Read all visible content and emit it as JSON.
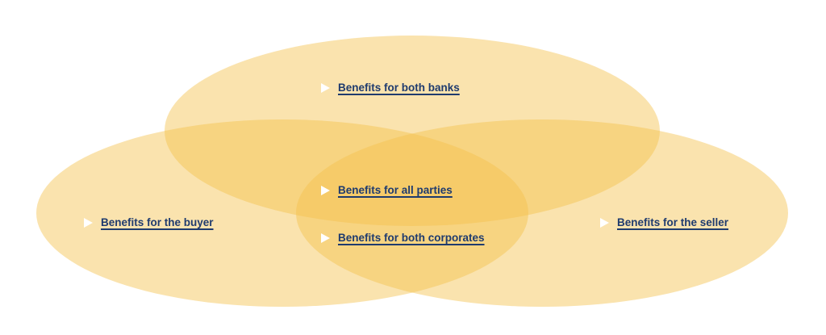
{
  "diagram": {
    "colors": {
      "ellipse_fill": "#f3c14c",
      "ellipse_opacity": "0.45",
      "arrow": "#ffffff",
      "link_text": "#1f3b6e"
    },
    "sets": {
      "banks": "Benefits for both banks",
      "buyer": "Benefits for the buyer",
      "seller": "Benefits for the seller"
    },
    "overlaps": {
      "all": "Benefits for all parties",
      "corporates": "Benefits for both corporates"
    },
    "icon": "play-triangle-icon"
  }
}
